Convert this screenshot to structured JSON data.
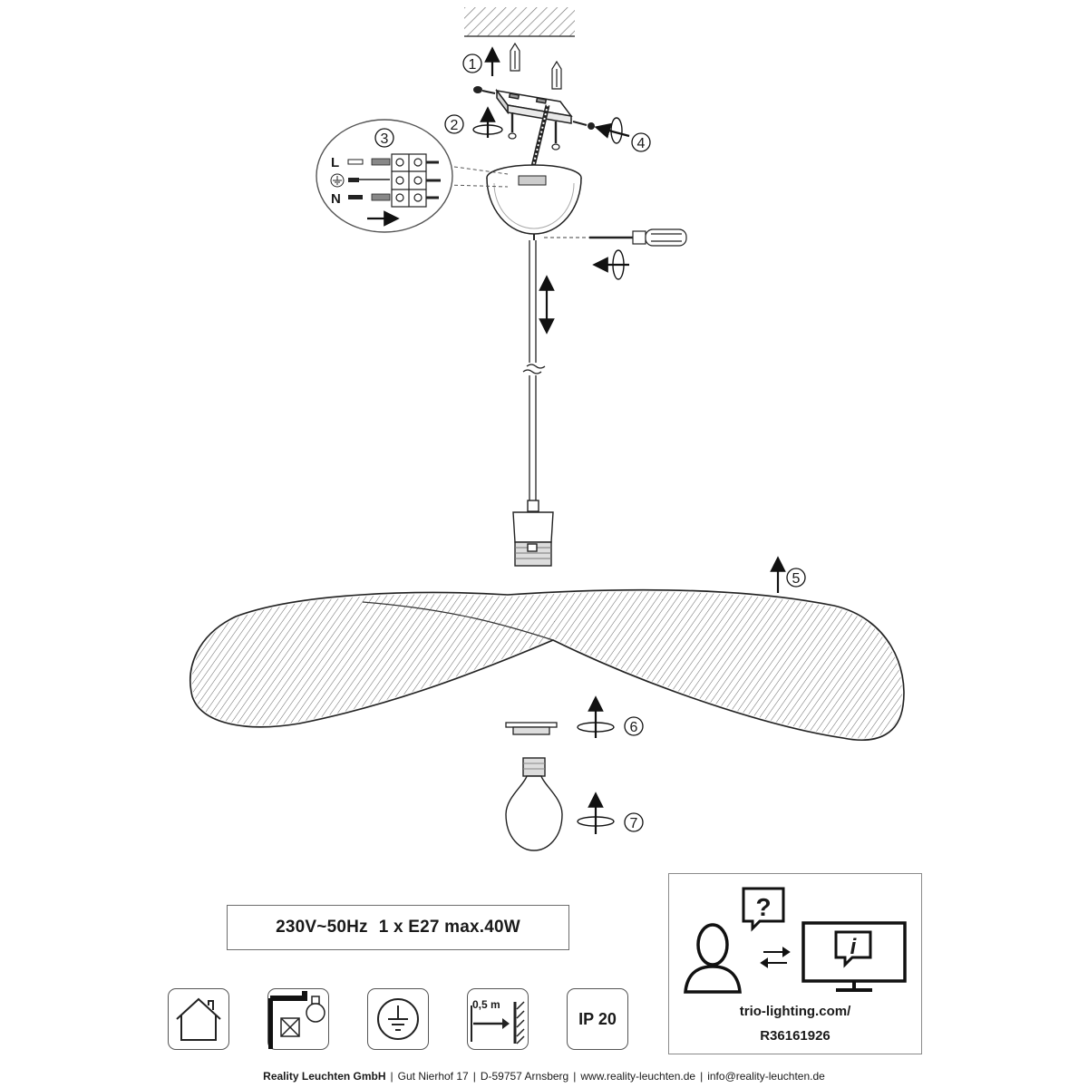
{
  "steps": [
    "1",
    "2",
    "3",
    "4",
    "5",
    "6",
    "7"
  ],
  "wiring": {
    "live": "L",
    "neutral": "N"
  },
  "spec": {
    "voltage": "230V~50Hz",
    "bulb": "1 x E27 max.40W"
  },
  "info": {
    "url": "trio-lighting.com/",
    "code": "R36161926",
    "question_mark": "?",
    "info_letter": "i"
  },
  "symbols": {
    "indoor": "indoor-use-icon",
    "no_fluorescent": "no-fluorescent-bulb-icon",
    "earth": "protective-earth-icon",
    "distance": {
      "icon": "min-distance-icon",
      "label": "0,5 m"
    },
    "ip": {
      "label": "IP 20"
    }
  },
  "footer": {
    "company": "Reality Leuchten GmbH",
    "address": "Gut Nierhof 17",
    "city": "D-59757 Arnsberg",
    "website": "www.reality-leuchten.de",
    "email": "info@reality-leuchten.de"
  }
}
